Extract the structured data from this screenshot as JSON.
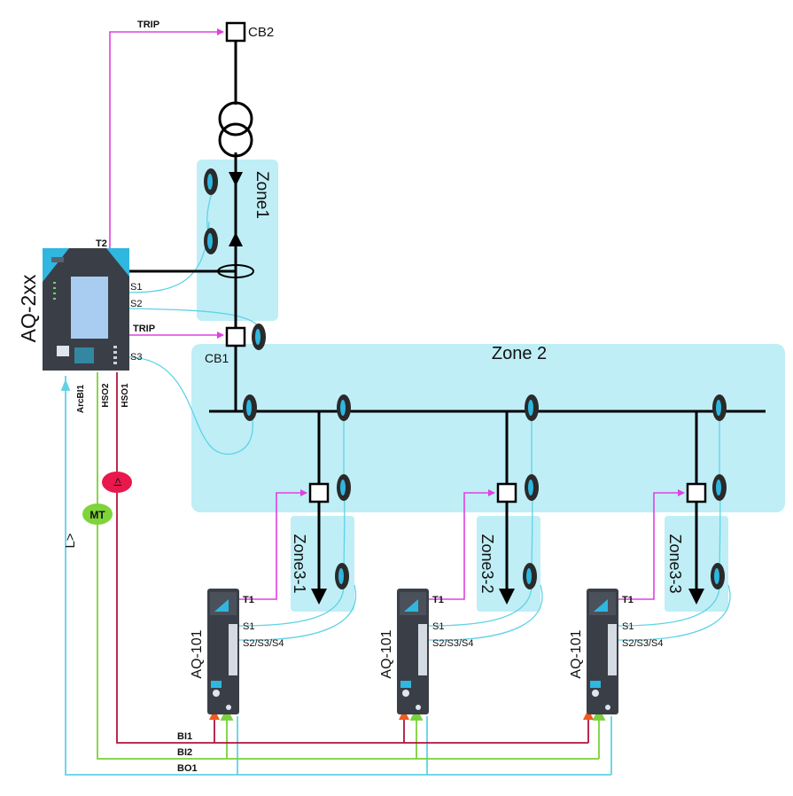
{
  "colors": {
    "zone_fill": "#bfeef6",
    "bus": "#000000",
    "trip": "#e040e0",
    "sensor_wire": "#5fd3e6",
    "bi1": "#b0153a",
    "bi2": "#7ad13a",
    "bo1": "#5fd3e6",
    "arrow_orange": "#f05a1e",
    "device_dark": "#3a3f47",
    "device_accent": "#2fb7df"
  },
  "zones": {
    "zone1": "Zone1",
    "zone2": "Zone 2",
    "zone3_1": "Zone3-1",
    "zone3_2": "Zone3-2",
    "zone3_3": "Zone3-3"
  },
  "breakers": {
    "cb1": "CB1",
    "cb2": "CB2"
  },
  "main_relay": {
    "name": "AQ-2xx",
    "t2": "T2",
    "trip_top": "TRIP",
    "trip_cb1": "TRIP",
    "s1": "S1",
    "s2": "S2",
    "s3": "S3",
    "arcbi1": "ArcBI1",
    "hso2": "HSO2",
    "hso1": "HSO1"
  },
  "indicators": {
    "current": "I>",
    "mt": "MT",
    "light": "L>"
  },
  "sub_relays": [
    {
      "name": "AQ-101",
      "t1": "T1",
      "s1": "S1",
      "s234": "S2/S3/S4"
    },
    {
      "name": "AQ-101",
      "t1": "T1",
      "s1": "S1",
      "s234": "S2/S3/S4"
    },
    {
      "name": "AQ-101",
      "t1": "T1",
      "s1": "S1",
      "s234": "S2/S3/S4"
    }
  ],
  "bus_lines": {
    "bi1": "BI1",
    "bi2": "BI2",
    "bo1": "BO1"
  }
}
